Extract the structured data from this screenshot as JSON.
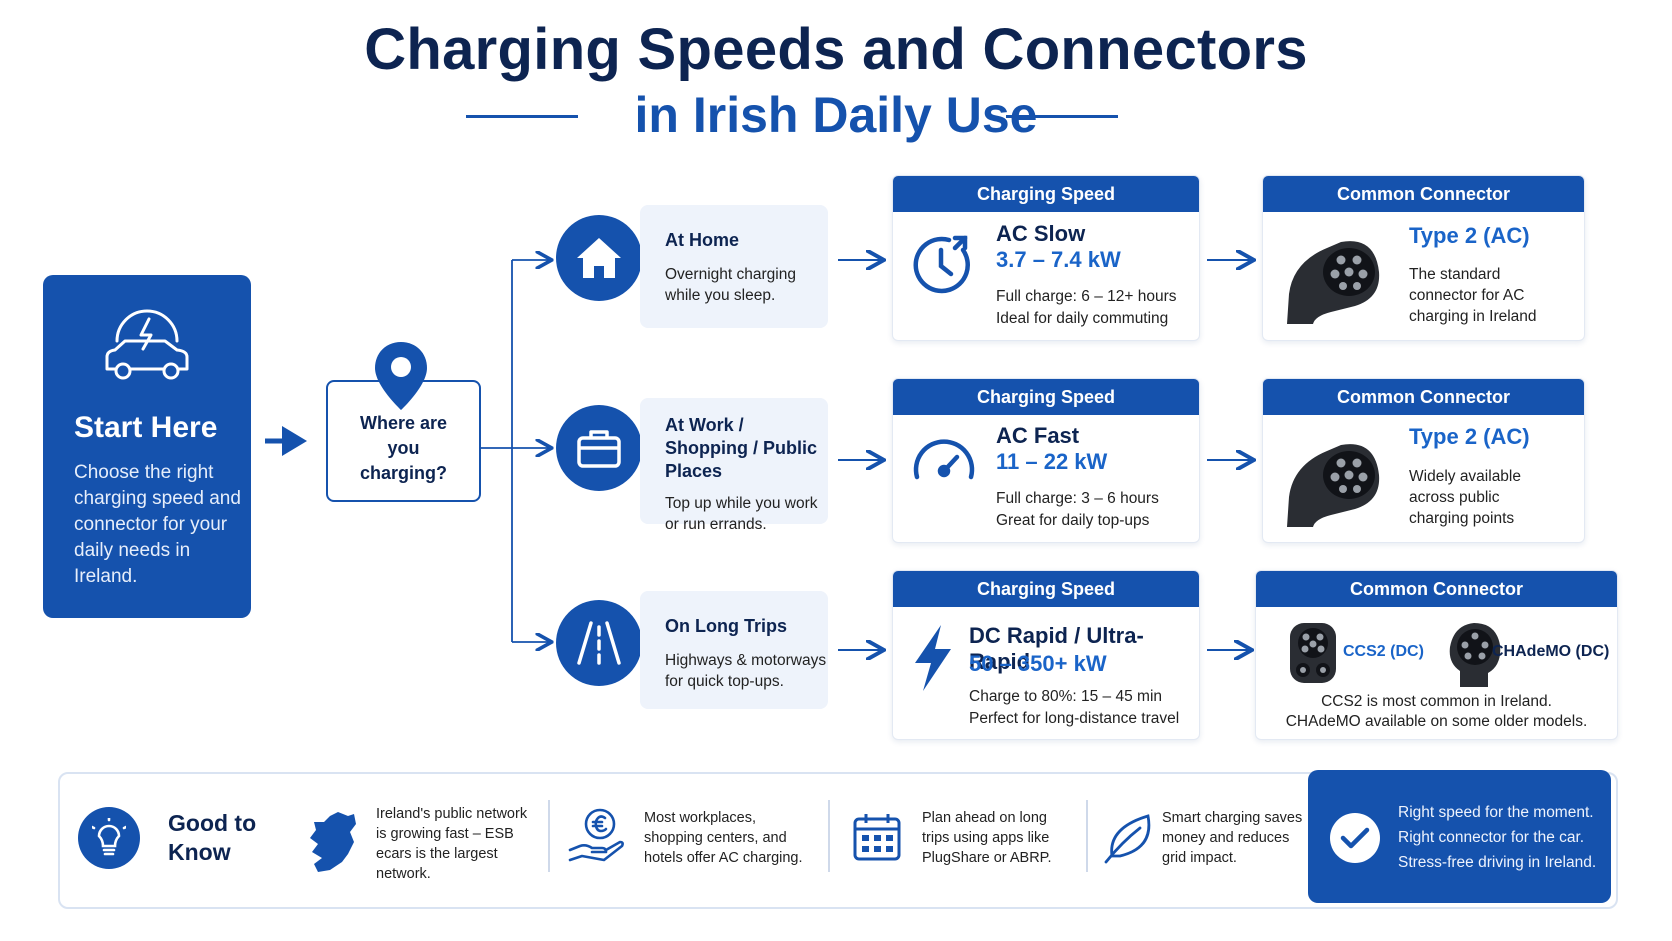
{
  "title": {
    "line1": "Charging Speeds and Connectors",
    "line2": "in Irish Daily Use"
  },
  "start": {
    "heading": "Start Here",
    "text": "Choose the right charging speed and connector for your daily needs in Ireland.",
    "icon": "car-charging-icon"
  },
  "question": "Where are you charging?",
  "rows": [
    {
      "location": {
        "title": "At Home",
        "desc": "Overnight charging while you sleep.",
        "icon": "house-icon"
      },
      "speed": {
        "header": "Charging Speed",
        "name": "AC Slow",
        "kw": "3.7 – 7.4 kW",
        "note1": "Full charge: 6 – 12+ hours",
        "note2": "Ideal for daily commuting",
        "icon": "clock-icon"
      },
      "connector": {
        "header": "Common Connector",
        "name": "Type 2 (AC)",
        "desc": "The standard connector for AC charging in Ireland"
      }
    },
    {
      "location": {
        "title": "At Work / Shopping / Public Places",
        "desc": "Top up while you work or run errands.",
        "icon": "briefcase-icon"
      },
      "speed": {
        "header": "Charging Speed",
        "name": "AC Fast",
        "kw": "11 – 22 kW",
        "note1": "Full charge: 3 – 6 hours",
        "note2": "Great for daily top-ups",
        "icon": "gauge-icon"
      },
      "connector": {
        "header": "Common Connector",
        "name": "Type 2 (AC)",
        "desc": "Widely available across public charging points"
      }
    },
    {
      "location": {
        "title": "On Long Trips",
        "desc": "Highways & motorways for quick top-ups.",
        "icon": "road-icon"
      },
      "speed": {
        "header": "Charging Speed",
        "name": "DC Rapid / Ultra-Rapid",
        "kw": "50 – 350+ kW",
        "note1": "Charge to 80%: 15 – 45 min",
        "note2": "Perfect for long-distance travel",
        "icon": "lightning-icon"
      },
      "connector": {
        "header": "Common Connector",
        "name_a": "CCS2 (DC)",
        "name_b": "CHAdeMO (DC)",
        "note1": "CCS2 is most common in Ireland.",
        "note2": "CHAdeMO available on some older models."
      }
    }
  ],
  "good_to_know": {
    "heading_l1": "Good to",
    "heading_l2": "Know",
    "tips": [
      {
        "text": "Ireland's public network is growing fast – ESB ecars is the largest network.",
        "icon": "ireland-map-icon"
      },
      {
        "text": "Most workplaces, shopping centers, and hotels offer AC charging.",
        "icon": "euro-hand-icon"
      },
      {
        "text": "Plan ahead on long trips using apps like PlugShare or ABRP.",
        "icon": "calendar-icon"
      },
      {
        "text": "Smart charging saves money and reduces grid impact.",
        "icon": "leaf-icon"
      }
    ],
    "final": {
      "line1": "Right speed for the moment.",
      "line2": "Right connector for the car.",
      "line3": "Stress-free driving in Ireland."
    }
  },
  "colors": {
    "primary": "#1552ad",
    "navy": "#0d2451",
    "accent": "#1a64c8",
    "panel": "#eef3fb"
  }
}
